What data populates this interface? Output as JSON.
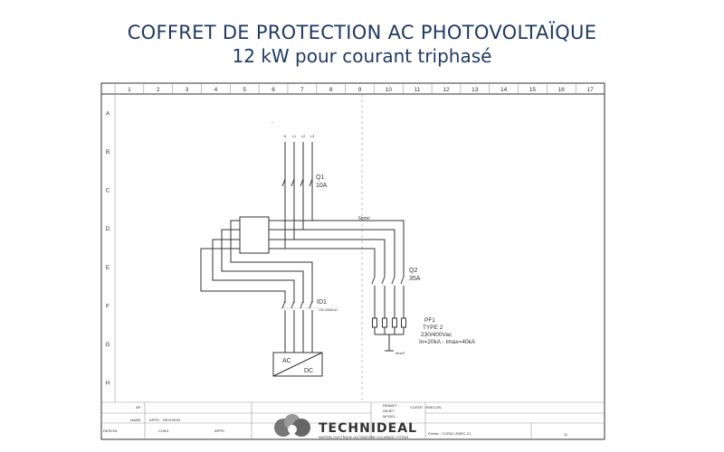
{
  "header": {
    "title": "COFFRET DE PROTECTION AC PHOTOVOLTAÏQUE",
    "subtitle": "12 kW pour courant triphasé"
  },
  "drawing": {
    "columns": [
      "1",
      "2",
      "3",
      "4",
      "5",
      "6",
      "7",
      "8",
      "9",
      "10",
      "11",
      "12",
      "13",
      "14",
      "15",
      "16",
      "17"
    ],
    "rows": [
      "A",
      "B",
      "C",
      "D",
      "E",
      "F",
      "G",
      "H"
    ],
    "q1": {
      "name": "Q1",
      "rating": "10A"
    },
    "q2": {
      "name": "Q2",
      "rating": "35A"
    },
    "id1": {
      "name": "ID1",
      "rating": "230-30MA AC"
    },
    "cable": "6mm²",
    "earth_cable": "6mm²",
    "pf1": {
      "name": "PF1",
      "type": "TYPE 2",
      "voltage": "230/400Vac",
      "current": "In=20kA - Imax=40kA"
    },
    "inverter": {
      "ac": "AC",
      "dc": "DC"
    },
    "phase_labels": [
      "N",
      "L1",
      "L2",
      "L3"
    ]
  },
  "title_block": {
    "ap": "AP",
    "name": "NAME",
    "appd": "APPD",
    "revision": "REVISION",
    "design": "DESIGN",
    "chkd": "CHKD",
    "appd2": "APPD",
    "drawit": "DRAWIT :",
    "objet": "OBJET :",
    "model": "MODEL :",
    "client": "CLIENT : ENEC20L",
    "fichier": "Fichier : COFAC-ENEC-21",
    "sheet": "11",
    "logo": "TECHNIDEAL",
    "logo_tagline": "MATERIEL ELECTRIQUE • AUTOMATISME • ECLAIRAGE • FITTING"
  }
}
